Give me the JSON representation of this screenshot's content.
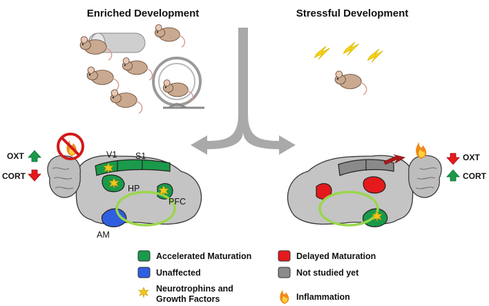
{
  "headers": {
    "left": "Enriched Development",
    "right": "Stressful Development"
  },
  "left_brain": {
    "regions": {
      "v1": "V1",
      "s1": "S1",
      "hp": "HP",
      "pfc": "PFC",
      "am": "AM"
    },
    "hormones": {
      "oxt": "OXT",
      "cort": "CORT"
    },
    "hormone_changes": {
      "oxt": "up",
      "cort": "down"
    }
  },
  "right_brain": {
    "hormones": {
      "oxt": "OXT",
      "cort": "CORT"
    },
    "hormone_changes": {
      "oxt": "down",
      "cort": "up"
    }
  },
  "legend": {
    "accelerated": "Accelerated Maturation",
    "delayed": "Delayed Maturation",
    "unaffected": "Unaffected",
    "not_studied": "Not studied yet",
    "neuro_line1": "Neurotrophins and",
    "neuro_line2": "Growth Factors",
    "inflammation": "Inflammation"
  },
  "colors": {
    "accelerated": "#1a9a4a",
    "delayed": "#e41a1c",
    "unaffected": "#2f5fe0",
    "not_studied": "#8a8a8a",
    "brain": "#c4c4c4",
    "arrow_up": "#1a9a4a",
    "arrow_down": "#e41a1c",
    "circuit": "#9ad64a",
    "star": "#f5c518"
  },
  "icons": {
    "left_scene": "mice-with-toys-icon",
    "right_scene": "stressed-mouse-lightning-icon",
    "central": "split-arrow-icon",
    "no_inflammation": "no-fire-icon",
    "inflammation": "fire-icon"
  }
}
